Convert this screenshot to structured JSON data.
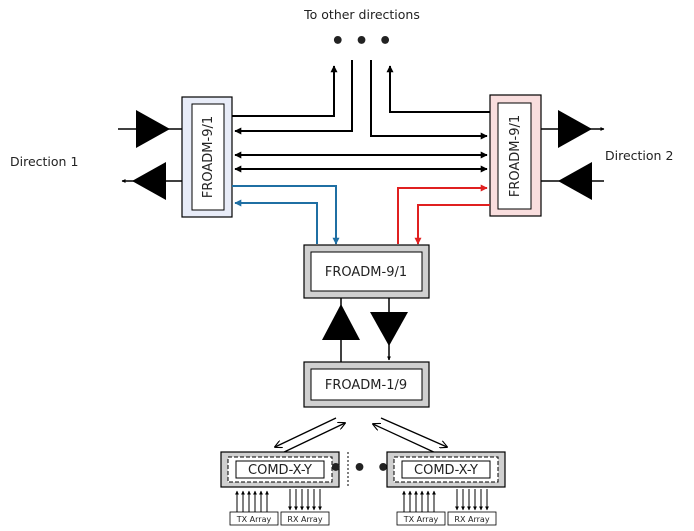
{
  "diagram": {
    "top_label": "To other directions",
    "top_dots": "• • •",
    "middle_dots": "• • •",
    "direction_left": "Direction 1",
    "direction_right": "Direction 2",
    "roadm_left": "FROADM-9/1",
    "roadm_right": "FROADM-9/1",
    "roadm_center": "FROADM-9/1",
    "roadm_lower": "FROADM-1/9",
    "comd_left": "COMD-X-Y",
    "comd_right": "COMD-X-Y",
    "tx_array_left": "TX Array",
    "rx_array_left": "RX Array",
    "tx_array_right": "TX Array",
    "rx_array_right": "RX Array"
  },
  "colors": {
    "blue_path": "#1f6fa3",
    "red_path": "#e02020",
    "left_roadm_fill": "#e8ecf8",
    "right_roadm_fill": "#f9dede",
    "gray_box_fill": "#d0d0d0"
  }
}
